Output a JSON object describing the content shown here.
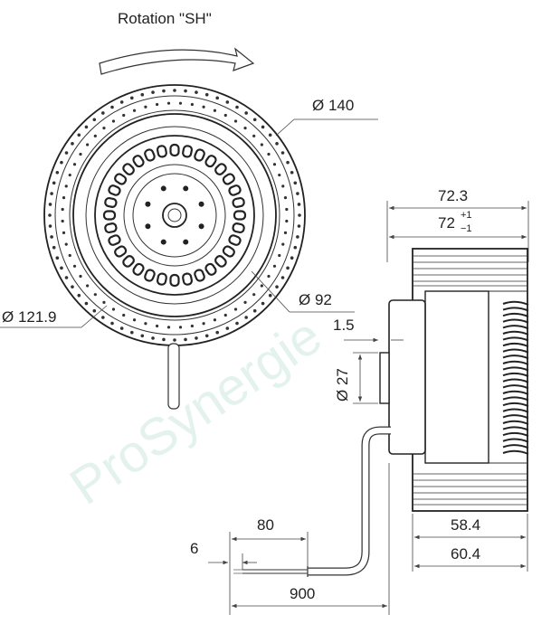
{
  "diagram": {
    "rotation_label": "Rotation \"SH\"",
    "watermark": "ProSynergie",
    "dimensions": {
      "outer_diameter": "Ø 140",
      "impeller_diameter": "Ø 121.9",
      "motor_diameter": "Ø 92",
      "hub_diameter": "Ø 27",
      "hub_offset": "1.5",
      "overall_width": "72.3",
      "nominal_width": "72",
      "tol_plus": "+1",
      "tol_minus": "−1",
      "wheel_width": "58.4",
      "housing_width": "60.4",
      "strip_length": "80",
      "wire_strip": "6",
      "cable_length": "900"
    }
  }
}
